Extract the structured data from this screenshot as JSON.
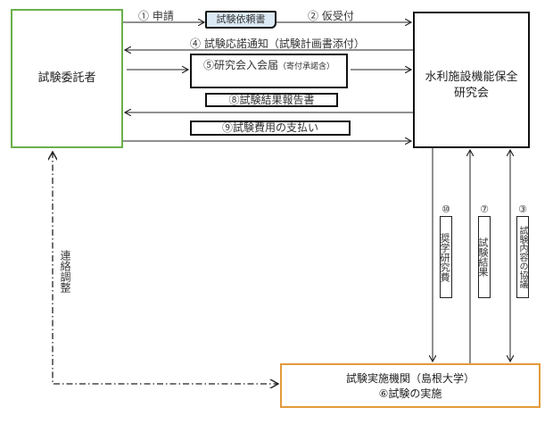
{
  "nodes": {
    "client": "試験委託者",
    "society_line1": "水利施設機能保全",
    "society_line2": "研究会",
    "institution_line1": "試験実施機関（島根大学）",
    "institution_line2": "⑥試験の実施"
  },
  "flows": {
    "f1": "① 申請",
    "doc_request": "試験依頼書",
    "f2": "② 仮受付",
    "f4": "④ 試験応諾通知（試験計画書添付）",
    "f5_main": "⑤研究会入会届",
    "f5_note": "（寄付承諾含）",
    "f8": "⑧試験結果報告書",
    "f9": "⑨試験費用の支払い"
  },
  "vertical": {
    "f10_num": "⑩",
    "f10_text": "奨学研究費",
    "f7_num": "⑦",
    "f7_text": "試験結果",
    "f3_num": "③",
    "f3_text": "試験内容の協議",
    "liaison": "連絡調整"
  },
  "colors": {
    "client_border": "#6ab04c",
    "society_border": "#111111",
    "institution_border": "#e39a3b",
    "request_doc_fill": "#dbe9f4"
  }
}
